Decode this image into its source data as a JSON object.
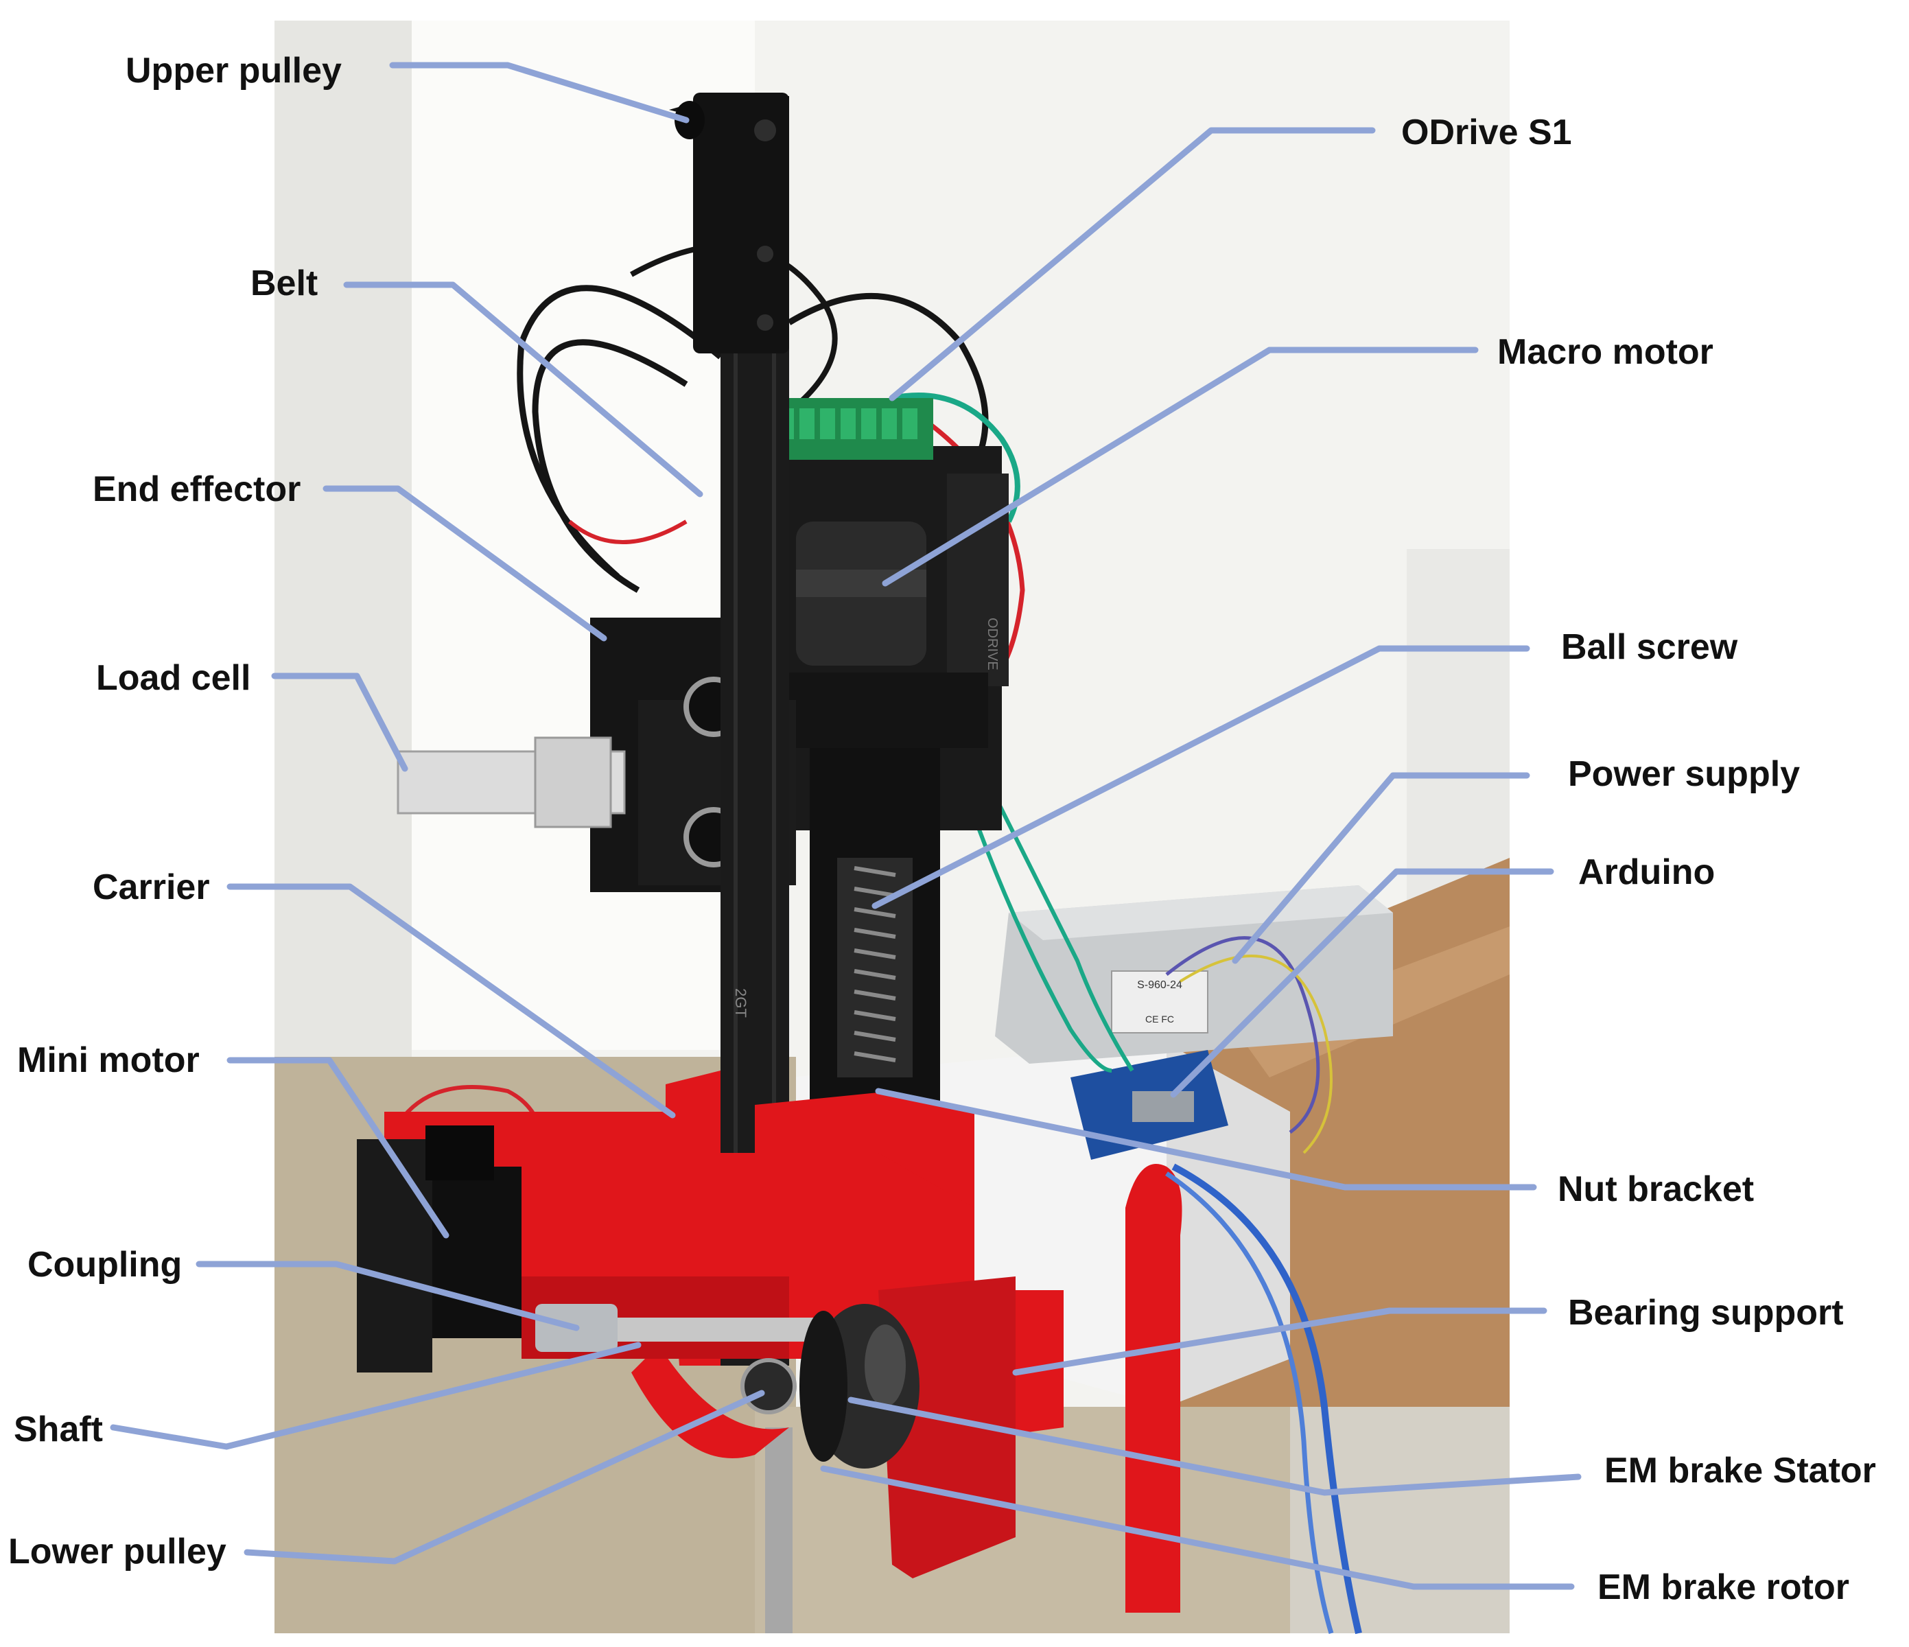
{
  "colors": {
    "leader_line": "#8ea3d6",
    "label_text": "#111111",
    "printed_part_red": "#e0161b",
    "extrusion_black": "#141414",
    "pcb_green": "#1f8a4c",
    "wire_teal": "#1aa887",
    "wire_red": "#d5232b",
    "usb_blue": "#2f63c9",
    "wall_white": "#f2f2ef",
    "desk_wood": "#b98a5e",
    "carpet": "#bfb39a"
  },
  "callouts": {
    "upper_pulley": "Upper pulley",
    "odrive_s1": "ODrive S1",
    "belt": "Belt",
    "macro_motor": "Macro motor",
    "end_effector": "End effector",
    "ball_screw": "Ball screw",
    "load_cell": "Load cell",
    "power_supply": "Power supply",
    "arduino": "Arduino",
    "carrier": "Carrier",
    "mini_motor": "Mini motor",
    "nut_bracket": "Nut bracket",
    "coupling": "Coupling",
    "bearing_support": "Bearing support",
    "shaft": "Shaft",
    "em_brake_stator": "EM brake Stator",
    "lower_pulley": "Lower pulley",
    "em_brake_rotor": "EM brake rotor"
  },
  "photo_markings": {
    "extrusion_text": "2GT",
    "psu_model": "S-960-24",
    "psu_cert": "CE FC",
    "motor_badge": "ODRIVE"
  }
}
